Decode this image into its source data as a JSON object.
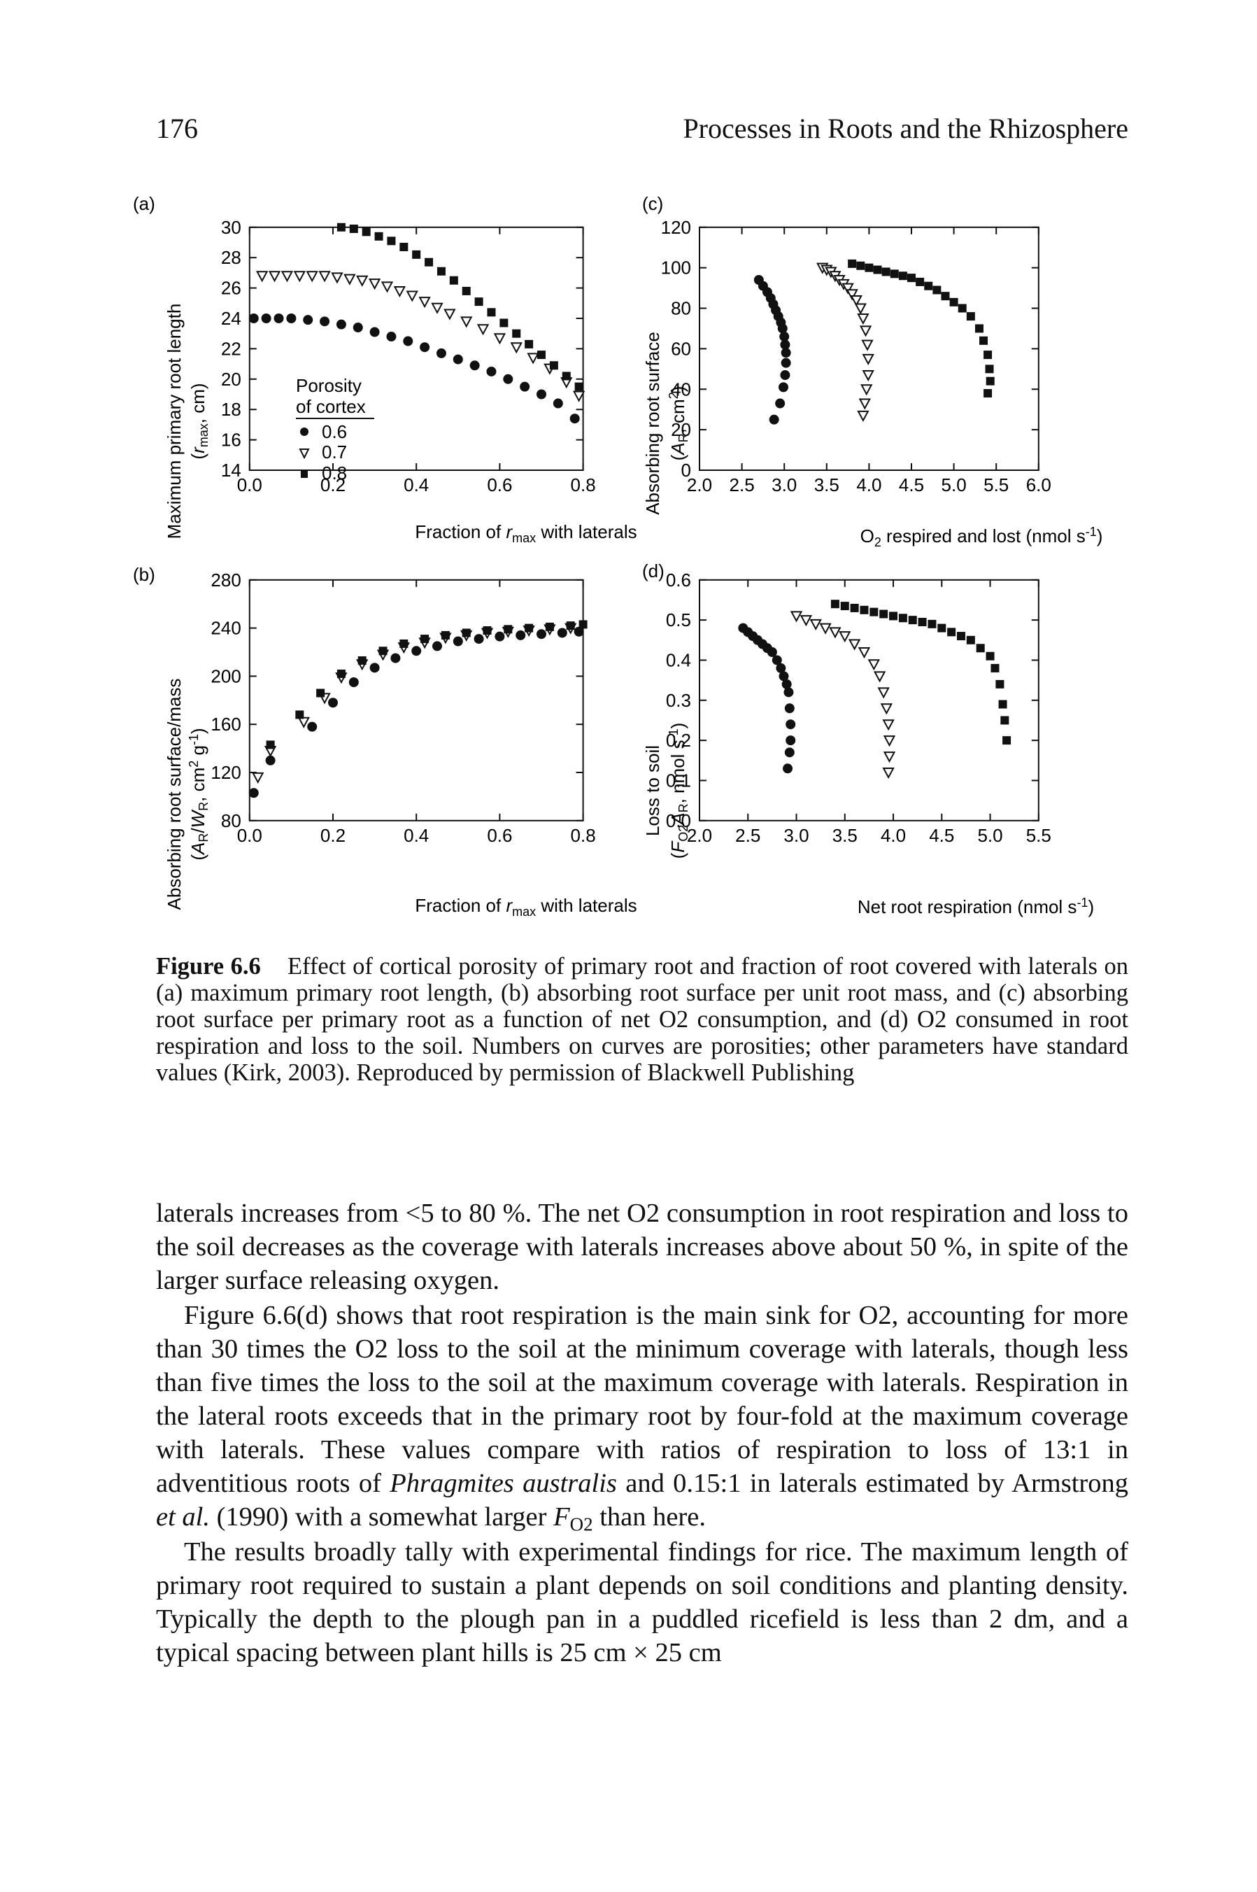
{
  "header": {
    "page_number": "176",
    "running_head": "Processes in Roots and the Rhizosphere"
  },
  "caption": {
    "label": "Figure 6.6",
    "text": "Effect of cortical porosity of primary root and fraction of root covered with laterals on (a) maximum primary root length, (b) absorbing root surface per unit root mass, and (c) absorbing root surface per primary root as a function of net O2 consumption, and (d) O2 consumed in root respiration and loss to the soil. Numbers on curves are porosities; other parameters have standard values (Kirk, 2003). Reproduced by permission of Blackwell Publishing"
  },
  "body": {
    "p1": "laterals increases from <5 to 80 %. The net O2 consumption in root respiration and loss to the soil decreases as the coverage with laterals increases above about 50 %, in spite of the larger surface releasing oxygen.",
    "p2_a": "Figure 6.6(d) shows that root respiration is the main sink for O2, accounting for more than 30 times the O2 loss to the soil at the minimum coverage with laterals, though less than five times the loss to the soil at the maximum coverage with laterals. Respiration in the lateral roots exceeds that in the primary root by four-fold at the maximum coverage with laterals. These values compare with ratios of respiration to loss of 13:1 in adventitious roots of ",
    "p2_species": "Phragmites australis",
    "p2_b": " and 0.15:1 in laterals estimated by Armstrong ",
    "p2_etal": "et al.",
    "p2_c": " (1990) with a somewhat larger ",
    "p2_sym": "F",
    "p2_sub": "O2",
    "p2_d": " than here.",
    "p3": "The results broadly tally with experimental findings for rice. The maximum length of primary root required to sustain a plant depends on soil conditions and planting density. Typically the depth to the plough pan in a puddled ricefield is less than 2 dm, and a typical spacing between plant hills is 25 cm × 25 cm"
  },
  "chart_data": [
    {
      "panel": "(a)",
      "type": "scatter",
      "xlabel": "Fraction of rmax with laterals",
      "ylabel": "Maximum primary root length (rmax, cm)",
      "xlim": [
        0,
        0.8
      ],
      "ylim": [
        14,
        30
      ],
      "xticks": [
        "0.0",
        "0.2",
        "0.4",
        "0.6",
        "0.8"
      ],
      "yticks": [
        "14",
        "16",
        "18",
        "20",
        "22",
        "24",
        "26",
        "28",
        "30"
      ],
      "legend_title": "Porosity of cortex",
      "series": [
        {
          "name": "0.6",
          "marker": "circle",
          "x": [
            0.01,
            0.04,
            0.07,
            0.1,
            0.14,
            0.18,
            0.22,
            0.26,
            0.3,
            0.34,
            0.38,
            0.42,
            0.46,
            0.5,
            0.54,
            0.58,
            0.62,
            0.66,
            0.7,
            0.74,
            0.78
          ],
          "y": [
            24,
            24,
            24,
            24,
            23.9,
            23.8,
            23.6,
            23.4,
            23.1,
            22.8,
            22.5,
            22.1,
            21.7,
            21.3,
            20.9,
            20.5,
            20,
            19.5,
            19,
            18.4,
            17.4
          ]
        },
        {
          "name": "0.7",
          "marker": "triangle-down",
          "x": [
            0.03,
            0.06,
            0.09,
            0.12,
            0.15,
            0.18,
            0.21,
            0.24,
            0.27,
            0.3,
            0.33,
            0.36,
            0.39,
            0.42,
            0.45,
            0.48,
            0.52,
            0.56,
            0.6,
            0.64,
            0.68,
            0.72,
            0.76,
            0.79
          ],
          "y": [
            26.8,
            26.8,
            26.8,
            26.8,
            26.8,
            26.8,
            26.7,
            26.6,
            26.5,
            26.3,
            26.1,
            25.8,
            25.5,
            25.1,
            24.7,
            24.3,
            23.8,
            23.3,
            22.7,
            22.1,
            21.4,
            20.7,
            19.8,
            18.9
          ]
        },
        {
          "name": "0.8",
          "marker": "square",
          "x": [
            0.22,
            0.25,
            0.28,
            0.31,
            0.34,
            0.37,
            0.4,
            0.43,
            0.46,
            0.49,
            0.52,
            0.55,
            0.58,
            0.61,
            0.64,
            0.67,
            0.7,
            0.73,
            0.76,
            0.79
          ],
          "y": [
            30,
            29.9,
            29.7,
            29.4,
            29.1,
            28.7,
            28.2,
            27.7,
            27.1,
            26.5,
            25.8,
            25.1,
            24.4,
            23.7,
            23,
            22.3,
            21.6,
            20.9,
            20.2,
            19.5
          ]
        }
      ]
    },
    {
      "panel": "(b)",
      "type": "scatter",
      "xlabel": "Fraction of rmax with laterals",
      "ylabel": "Absorbing root surface/mass (AR/WR, cm2 g-1)",
      "xlim": [
        0,
        0.8
      ],
      "ylim": [
        80,
        280
      ],
      "xticks": [
        "0.0",
        "0.2",
        "0.4",
        "0.6",
        "0.8"
      ],
      "yticks": [
        "80",
        "120",
        "160",
        "200",
        "240",
        "280"
      ],
      "series": [
        {
          "name": "0.6",
          "marker": "circle",
          "x": [
            0.01,
            0.05,
            0.15,
            0.2,
            0.25,
            0.3,
            0.35,
            0.4,
            0.45,
            0.5,
            0.55,
            0.6,
            0.65,
            0.7,
            0.75,
            0.79
          ],
          "y": [
            103,
            130,
            158,
            178,
            195,
            207,
            215,
            221,
            225,
            229,
            231,
            233,
            234,
            235,
            236,
            237
          ]
        },
        {
          "name": "0.7",
          "marker": "triangle-down",
          "x": [
            0.02,
            0.05,
            0.13,
            0.18,
            0.22,
            0.27,
            0.32,
            0.37,
            0.42,
            0.47,
            0.52,
            0.57,
            0.62,
            0.67,
            0.72,
            0.77
          ],
          "y": [
            116,
            138,
            162,
            182,
            199,
            210,
            218,
            224,
            228,
            232,
            234,
            236,
            237,
            238,
            239,
            240
          ]
        },
        {
          "name": "0.8",
          "marker": "square",
          "x": [
            0.05,
            0.12,
            0.17,
            0.22,
            0.27,
            0.32,
            0.37,
            0.42,
            0.47,
            0.52,
            0.57,
            0.62,
            0.67,
            0.72,
            0.77,
            0.8
          ],
          "y": [
            143,
            168,
            186,
            202,
            213,
            221,
            227,
            231,
            234,
            236,
            238,
            239,
            240,
            241,
            242,
            243
          ]
        }
      ]
    },
    {
      "panel": "(c)",
      "type": "scatter",
      "xlabel": "O2 respired and lost (nmol s-1)",
      "ylabel": "Absorbing root surface (AR, cm2)",
      "xlim": [
        2.0,
        6.0
      ],
      "ylim": [
        0,
        120
      ],
      "xticks": [
        "2.0",
        "2.5",
        "3.0",
        "3.5",
        "4.0",
        "4.5",
        "5.0",
        "5.5",
        "6.0"
      ],
      "yticks": [
        "0",
        "20",
        "40",
        "60",
        "80",
        "100",
        "120"
      ],
      "series": [
        {
          "name": "0.6",
          "marker": "circle",
          "x": [
            2.7,
            2.75,
            2.8,
            2.84,
            2.87,
            2.9,
            2.93,
            2.96,
            2.98,
            3.0,
            3.01,
            3.02,
            3.02,
            3.01,
            2.99,
            2.95,
            2.88
          ],
          "y": [
            94,
            91,
            88,
            85,
            82,
            79,
            76,
            73,
            70,
            66,
            62,
            58,
            53,
            47,
            41,
            33,
            25
          ]
        },
        {
          "name": "0.7",
          "marker": "triangle-down",
          "x": [
            3.45,
            3.5,
            3.55,
            3.6,
            3.65,
            3.7,
            3.75,
            3.8,
            3.85,
            3.9,
            3.93,
            3.96,
            3.98,
            3.99,
            3.99,
            3.97,
            3.95,
            3.93
          ],
          "y": [
            100,
            99,
            98,
            96,
            94,
            92,
            90,
            87,
            84,
            80,
            75,
            69,
            62,
            55,
            47,
            40,
            33,
            27
          ]
        },
        {
          "name": "0.8",
          "marker": "square",
          "x": [
            3.8,
            3.9,
            4.0,
            4.1,
            4.2,
            4.3,
            4.4,
            4.5,
            4.6,
            4.7,
            4.8,
            4.9,
            5.0,
            5.1,
            5.2,
            5.3,
            5.35,
            5.4,
            5.42,
            5.43,
            5.4
          ],
          "y": [
            102,
            101,
            100,
            99,
            98,
            97,
            96,
            95,
            93,
            91,
            89,
            86,
            83,
            80,
            76,
            70,
            64,
            57,
            50,
            44,
            38
          ]
        }
      ]
    },
    {
      "panel": "(d)",
      "type": "scatter",
      "xlabel": "Net root respiration (nmol s-1)",
      "ylabel": "Loss to soil (FO2AR, nmol s-1)",
      "xlim": [
        2.0,
        5.5
      ],
      "ylim": [
        0.0,
        0.6
      ],
      "xticks": [
        "2.0",
        "2.5",
        "3.0",
        "3.5",
        "4.0",
        "4.5",
        "5.0",
        "5.5"
      ],
      "yticks": [
        "0.0",
        "0.1",
        "0.2",
        "0.3",
        "0.4",
        "0.5",
        "0.6"
      ],
      "series": [
        {
          "name": "0.6",
          "marker": "circle",
          "x": [
            2.45,
            2.5,
            2.55,
            2.6,
            2.65,
            2.7,
            2.75,
            2.8,
            2.84,
            2.87,
            2.9,
            2.92,
            2.93,
            2.94,
            2.94,
            2.93,
            2.91
          ],
          "y": [
            0.48,
            0.47,
            0.46,
            0.45,
            0.44,
            0.43,
            0.42,
            0.4,
            0.38,
            0.36,
            0.34,
            0.32,
            0.28,
            0.24,
            0.2,
            0.17,
            0.13
          ]
        },
        {
          "name": "0.7",
          "marker": "triangle-down",
          "x": [
            3.0,
            3.1,
            3.2,
            3.3,
            3.4,
            3.5,
            3.6,
            3.7,
            3.8,
            3.86,
            3.9,
            3.93,
            3.95,
            3.96,
            3.96,
            3.95
          ],
          "y": [
            0.51,
            0.5,
            0.49,
            0.48,
            0.47,
            0.46,
            0.44,
            0.42,
            0.39,
            0.36,
            0.32,
            0.28,
            0.24,
            0.2,
            0.16,
            0.12
          ]
        },
        {
          "name": "0.8",
          "marker": "square",
          "x": [
            3.4,
            3.5,
            3.6,
            3.7,
            3.8,
            3.9,
            4.0,
            4.1,
            4.2,
            4.3,
            4.4,
            4.5,
            4.6,
            4.7,
            4.8,
            4.9,
            5.0,
            5.05,
            5.1,
            5.13,
            5.15,
            5.17
          ],
          "y": [
            0.54,
            0.535,
            0.53,
            0.525,
            0.52,
            0.515,
            0.51,
            0.505,
            0.5,
            0.495,
            0.49,
            0.48,
            0.47,
            0.46,
            0.45,
            0.43,
            0.41,
            0.38,
            0.34,
            0.29,
            0.25,
            0.2
          ]
        }
      ]
    }
  ]
}
